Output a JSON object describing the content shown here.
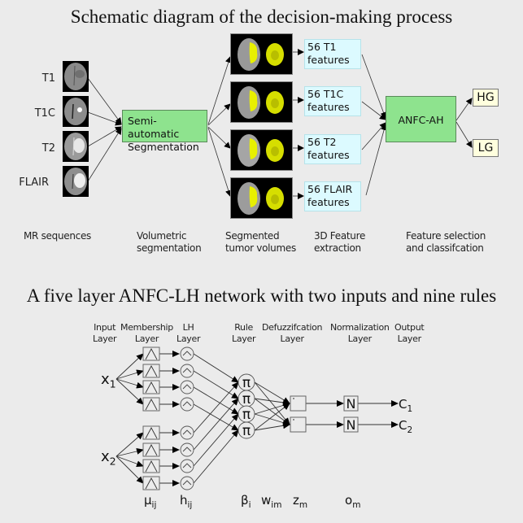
{
  "top_diagram": {
    "title": "Schematic diagram of the decision-making process",
    "mr_sequences": [
      {
        "label": "T1"
      },
      {
        "label": "T1C"
      },
      {
        "label": "T2"
      },
      {
        "label": "FLAIR"
      }
    ],
    "segmentation_box": {
      "line1": "Semi-automatic",
      "line2": "Segmentation"
    },
    "features": [
      {
        "line1": "56 T1",
        "line2": "features"
      },
      {
        "line1": "56 T1C",
        "line2": "features"
      },
      {
        "line1": "56 T2",
        "line2": "features"
      },
      {
        "line1": "56 FLAIR",
        "line2": "features"
      }
    ],
    "classifier": "ANFC-AH",
    "outputs": [
      "HG",
      "LG"
    ],
    "stage_labels": [
      {
        "line1": "MR sequences",
        "line2": ""
      },
      {
        "line1": "Volumetric",
        "line2": "segmentation"
      },
      {
        "line1": "Segmented",
        "line2": "tumor volumes"
      },
      {
        "line1": "3D Feature",
        "line2": "extraction"
      },
      {
        "line1": "Feature selection",
        "line2": "and classifcation"
      }
    ],
    "colors": {
      "process_box": "#8ee38e",
      "feature_box": "#dcfaff",
      "output_box": "#ffffde",
      "tumor": "#e8f000"
    }
  },
  "bottom_diagram": {
    "title": "A five layer ANFC-LH network with two inputs and nine rules",
    "layer_headers": [
      {
        "line1": "Input",
        "line2": "Layer"
      },
      {
        "line1": "Membership",
        "line2": "Layer"
      },
      {
        "line1": "LH",
        "line2": "Layer"
      },
      {
        "line1": "Rule",
        "line2": "Layer"
      },
      {
        "line1": "Defuzzifcation",
        "line2": "Layer"
      },
      {
        "line1": "Normalization",
        "line2": "Layer"
      },
      {
        "line1": "Output",
        "line2": "Layer"
      }
    ],
    "inputs": [
      {
        "base": "x",
        "sub": "1"
      },
      {
        "base": "x",
        "sub": "2"
      }
    ],
    "rule_symbol": "π",
    "norm_symbol": "N",
    "outputs": [
      {
        "base": "C",
        "sub": "1"
      },
      {
        "base": "C",
        "sub": "2"
      }
    ],
    "variables": [
      {
        "base": "μ",
        "sub": "ij"
      },
      {
        "base": "h",
        "sub": "ij"
      },
      {
        "base": "β",
        "sub": "i"
      },
      {
        "base": "w",
        "sub": "im"
      },
      {
        "base": "z",
        "sub": "m"
      },
      {
        "base": "o",
        "sub": "m"
      }
    ]
  }
}
